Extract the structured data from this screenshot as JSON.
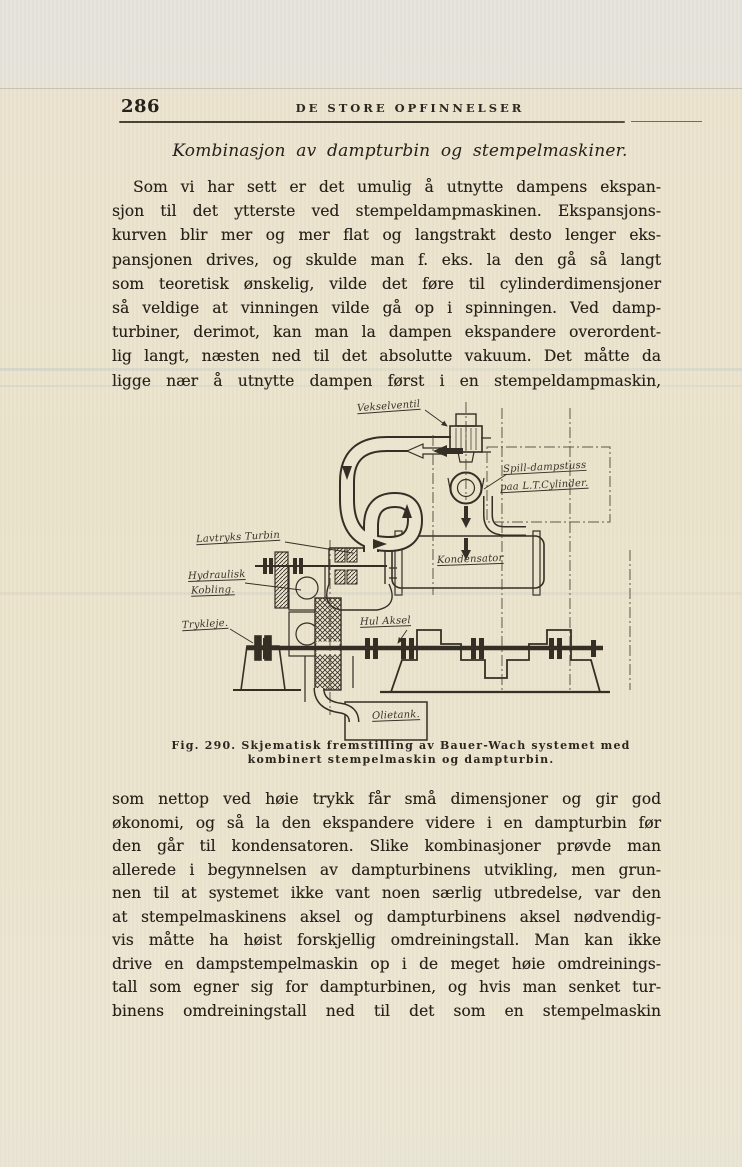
{
  "page": {
    "number": "286",
    "running_header": "DE STORE OPFINNELSER"
  },
  "article": {
    "title": "Kombinasjon av dampturbin og stempelmaskiner.",
    "paragraph1_lines": [
      "Som vi har sett er det umulig å utnytte dampens ekspan-",
      "sjon til det ytterste ved stempeldampmaskinen. Ekspansjons-",
      "kurven blir mer og mer flat og langstrakt desto lenger eks-",
      "pansjonen drives, og skulde man f. eks. la den gå så langt",
      "som teoretisk ønskelig, vilde det føre til cylinderdimensjoner",
      "så veldige at vinningen vilde gå op i spinningen. Ved damp-",
      "turbiner, derimot, kan man la dampen ekspandere overordent-",
      "lig langt, næsten ned til det absolutte vakuum. Det måtte da",
      "ligge nær å utnytte dampen først i en stempeldampmaskin,"
    ],
    "paragraph2_lines": [
      "som nettop ved høie trykk får små dimensjoner og gir god",
      "økonomi, og så la den ekspandere videre i en dampturbin før",
      "den går til kondensatoren. Slike kombinasjoner prøvde man",
      "allerede i begynnelsen av dampturbinens utvikling, men grun-",
      "nen til at systemet ikke vant noen særlig utbredelse, var den",
      "at stempelmaskinens aksel og dampturbinens aksel nødvendig-",
      "vis måtte ha høist forskjellig omdreiningstall. Man kan ikke",
      "drive en dampstempelmaskin op i de meget høie omdreinings-",
      "tall som egner sig for dampturbinen, og hvis man senket tur-",
      "binens omdreiningstall ned til det som en stempelmaskin"
    ]
  },
  "figure": {
    "caption_line1": "Fig. 290. Skjematisk fremstilling av Bauer-Wach systemet med",
    "caption_line2": "kombinert stempelmaskin og dampturbin.",
    "labels": {
      "valve": "Vekselventil",
      "spill_line1": "Spill-dampstuss",
      "spill_line2": "paa L.T.Cylinder.",
      "condenser": "Kondensator",
      "lp_turbine": "Lavtryks Turbin",
      "coupling_line1": "Hydraulisk",
      "coupling_line2": "Kobling.",
      "thrust_bearing": "Trykleje.",
      "hollow_shaft": "Hul Aksel",
      "oil_tank": "Olietank."
    }
  },
  "colors": {
    "paper": "#ebe4cf",
    "ink": "#262019",
    "diagram_ink": "#342e25"
  }
}
